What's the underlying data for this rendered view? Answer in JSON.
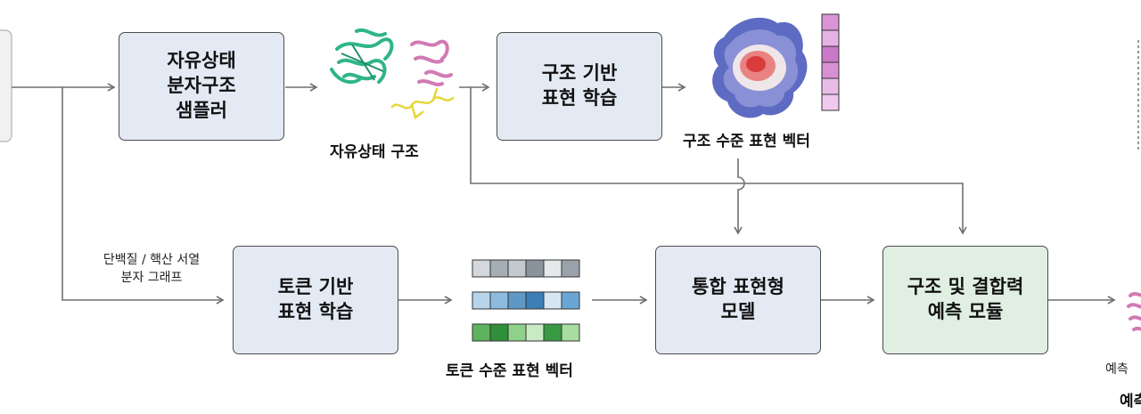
{
  "boxes": {
    "sampler": "자유상태\n분자구조\n샘플러",
    "structure_learning": "구조 기반\n표현 학습",
    "token_learning": "토큰 기반\n표현 학습",
    "integrated_model": "통합 표현형\n모델",
    "prediction_module": "구조 및 결합력\n예측 모듈"
  },
  "labels": {
    "free_state_structure": "자유상태 구조",
    "structure_vector": "구조 수준 표현 벡터",
    "token_vector": "토큰 수준 표현 벡터",
    "input_sequence": "단백질 / 핵산 서열\n분자 그래프",
    "output_small": "예측",
    "output_bold": "예측"
  },
  "colors": {
    "box_blue": "#e3eaf4",
    "box_green": "#e1efe2",
    "arrow": "#6f6f6f",
    "token_row_1": [
      "#d4d8dc",
      "#a5adb5",
      "#c3c9cf",
      "#8a939c",
      "#e6e9eb",
      "#9aa3ab"
    ],
    "token_row_2": [
      "#b7d4ea",
      "#8dbbdf",
      "#5f98c6",
      "#3d7fb4",
      "#d6e7f4",
      "#6aa6d3"
    ],
    "token_row_3": [
      "#5fb35f",
      "#2f8f3a",
      "#8fd08a",
      "#c9ebc4",
      "#3a9a44",
      "#a8dca0"
    ],
    "structure_vector_cells": [
      "#d993d6",
      "#e6b2e4",
      "#ca78c8",
      "#d890d5",
      "#e9bce7",
      "#f0c9ef"
    ]
  },
  "icons": [
    "protein-ribbon-icon",
    "protein-surface-icon"
  ]
}
